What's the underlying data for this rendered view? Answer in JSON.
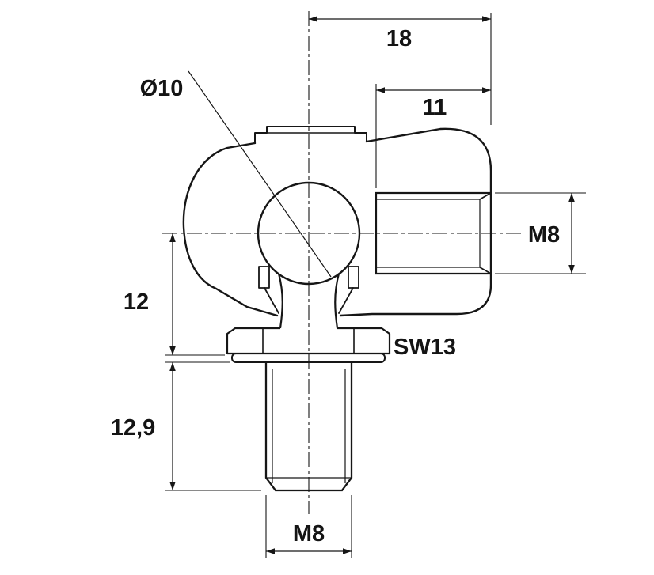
{
  "drawing": {
    "background": "#ffffff",
    "ink_color": "#161616",
    "labels": {
      "overall_depth": "18",
      "thread_reach": "11",
      "ball_diameter": "Ø10",
      "side_thread": "M8",
      "center_to_collar": "12",
      "stud_length": "12,9",
      "wrench_size": "SW13",
      "stud_thread": "M8"
    }
  }
}
